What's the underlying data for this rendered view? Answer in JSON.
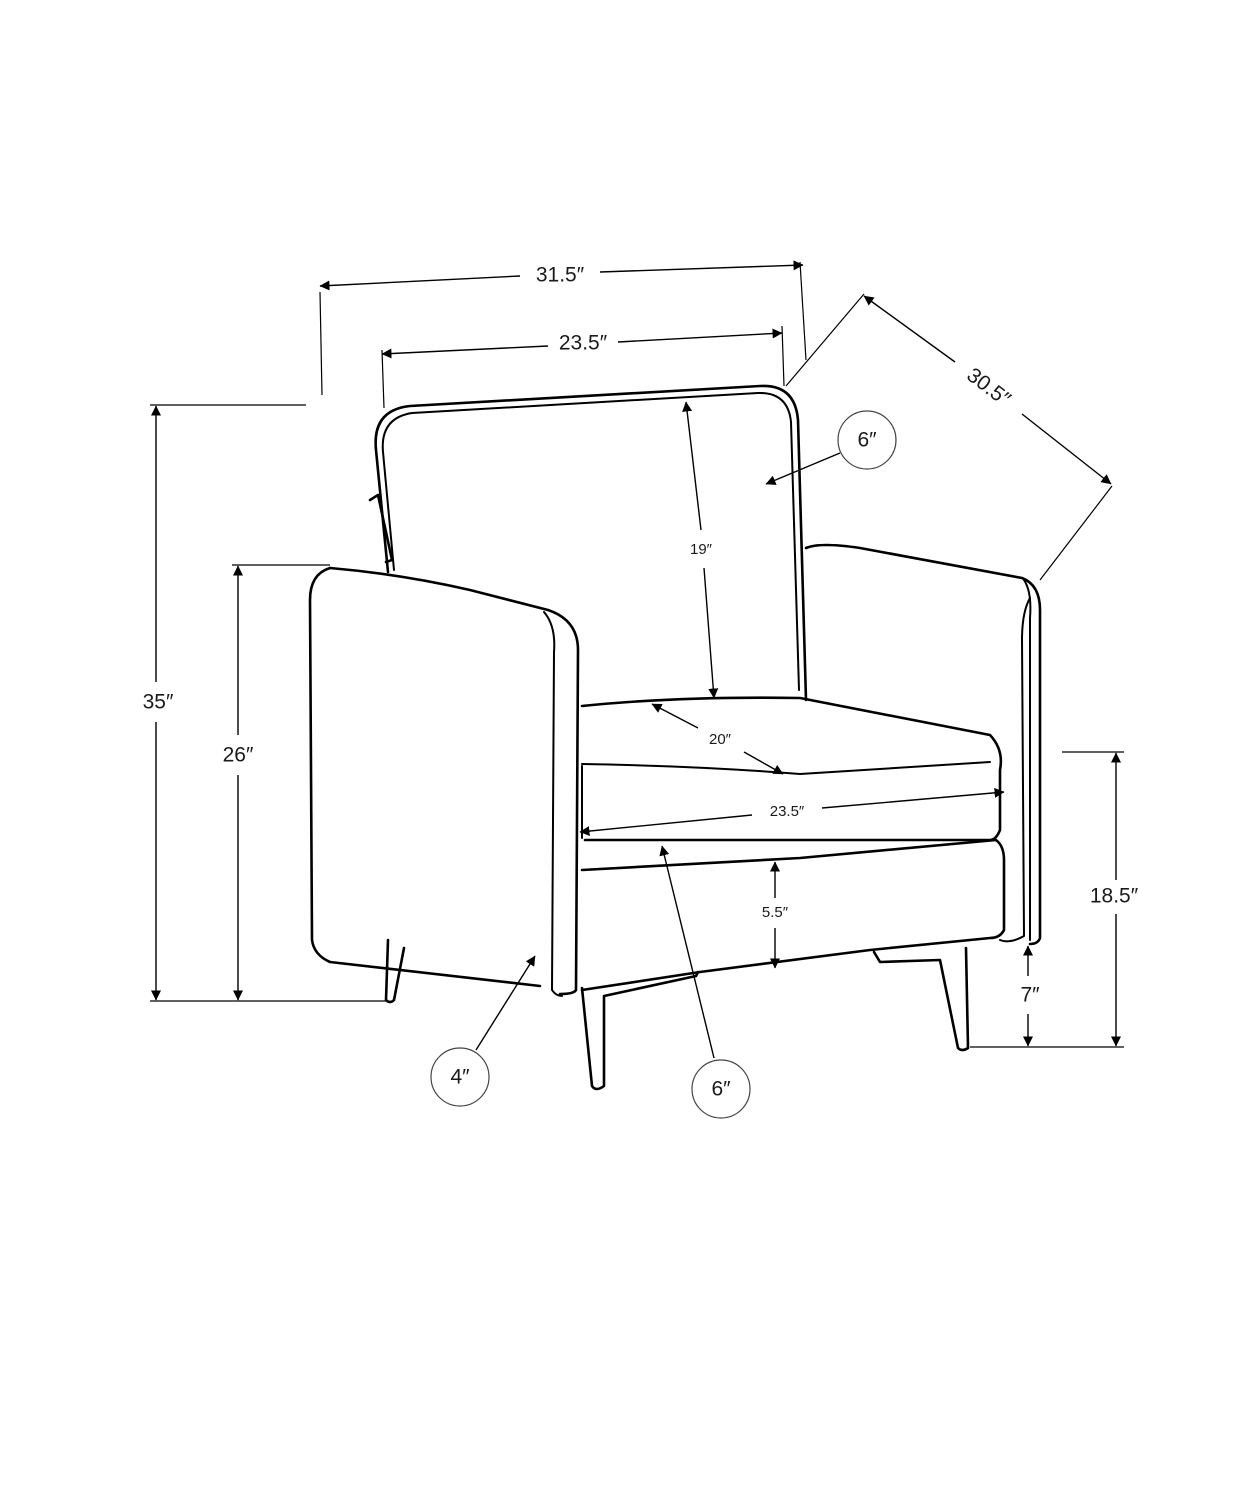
{
  "dimensions": {
    "overall_width": "31.5″",
    "inner_width": "23.5″",
    "overall_depth": "30.5″",
    "overall_height": "35″",
    "arm_height": "26″",
    "back_height": "19″",
    "seat_depth": "20″",
    "seat_width": "23.5″",
    "cushion_thickness": "5.5″",
    "seat_height": "18.5″",
    "leg_height": "7″"
  },
  "callouts": {
    "back_cushion": "6″",
    "arm_width": "4″",
    "seat_cushion": "6″"
  }
}
